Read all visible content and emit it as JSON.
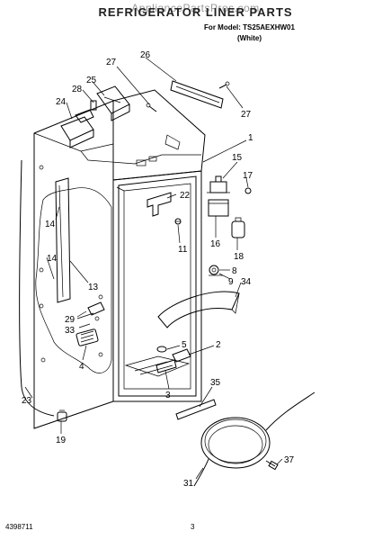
{
  "header": {
    "watermark": "AppliancePartsPros.com",
    "title": "REFRIGERATOR LINER PARTS",
    "model": "For Model: TS25AEXHW01",
    "color": "(White)"
  },
  "footer": {
    "doc_number": "4398711",
    "page_number": "3"
  },
  "callouts": [
    {
      "id": "c1",
      "text": "1"
    },
    {
      "id": "c2",
      "text": "2"
    },
    {
      "id": "c3",
      "text": "3"
    },
    {
      "id": "c4",
      "text": "4"
    },
    {
      "id": "c5",
      "text": "5"
    },
    {
      "id": "c8",
      "text": "8"
    },
    {
      "id": "c9",
      "text": "9"
    },
    {
      "id": "c11",
      "text": "11"
    },
    {
      "id": "c13",
      "text": "13"
    },
    {
      "id": "c14a",
      "text": "14"
    },
    {
      "id": "c14b",
      "text": "14"
    },
    {
      "id": "c15",
      "text": "15"
    },
    {
      "id": "c16",
      "text": "16"
    },
    {
      "id": "c17",
      "text": "17"
    },
    {
      "id": "c18",
      "text": "18"
    },
    {
      "id": "c19",
      "text": "19"
    },
    {
      "id": "c22",
      "text": "22"
    },
    {
      "id": "c23",
      "text": "23"
    },
    {
      "id": "c24",
      "text": "24"
    },
    {
      "id": "c25",
      "text": "25"
    },
    {
      "id": "c26",
      "text": "26"
    },
    {
      "id": "c27a",
      "text": "27"
    },
    {
      "id": "c27b",
      "text": "27"
    },
    {
      "id": "c28",
      "text": "28"
    },
    {
      "id": "c29",
      "text": "29"
    },
    {
      "id": "c31",
      "text": "31"
    },
    {
      "id": "c33",
      "text": "33"
    },
    {
      "id": "c34",
      "text": "34"
    },
    {
      "id": "c35",
      "text": "35"
    },
    {
      "id": "c37",
      "text": "37"
    }
  ]
}
